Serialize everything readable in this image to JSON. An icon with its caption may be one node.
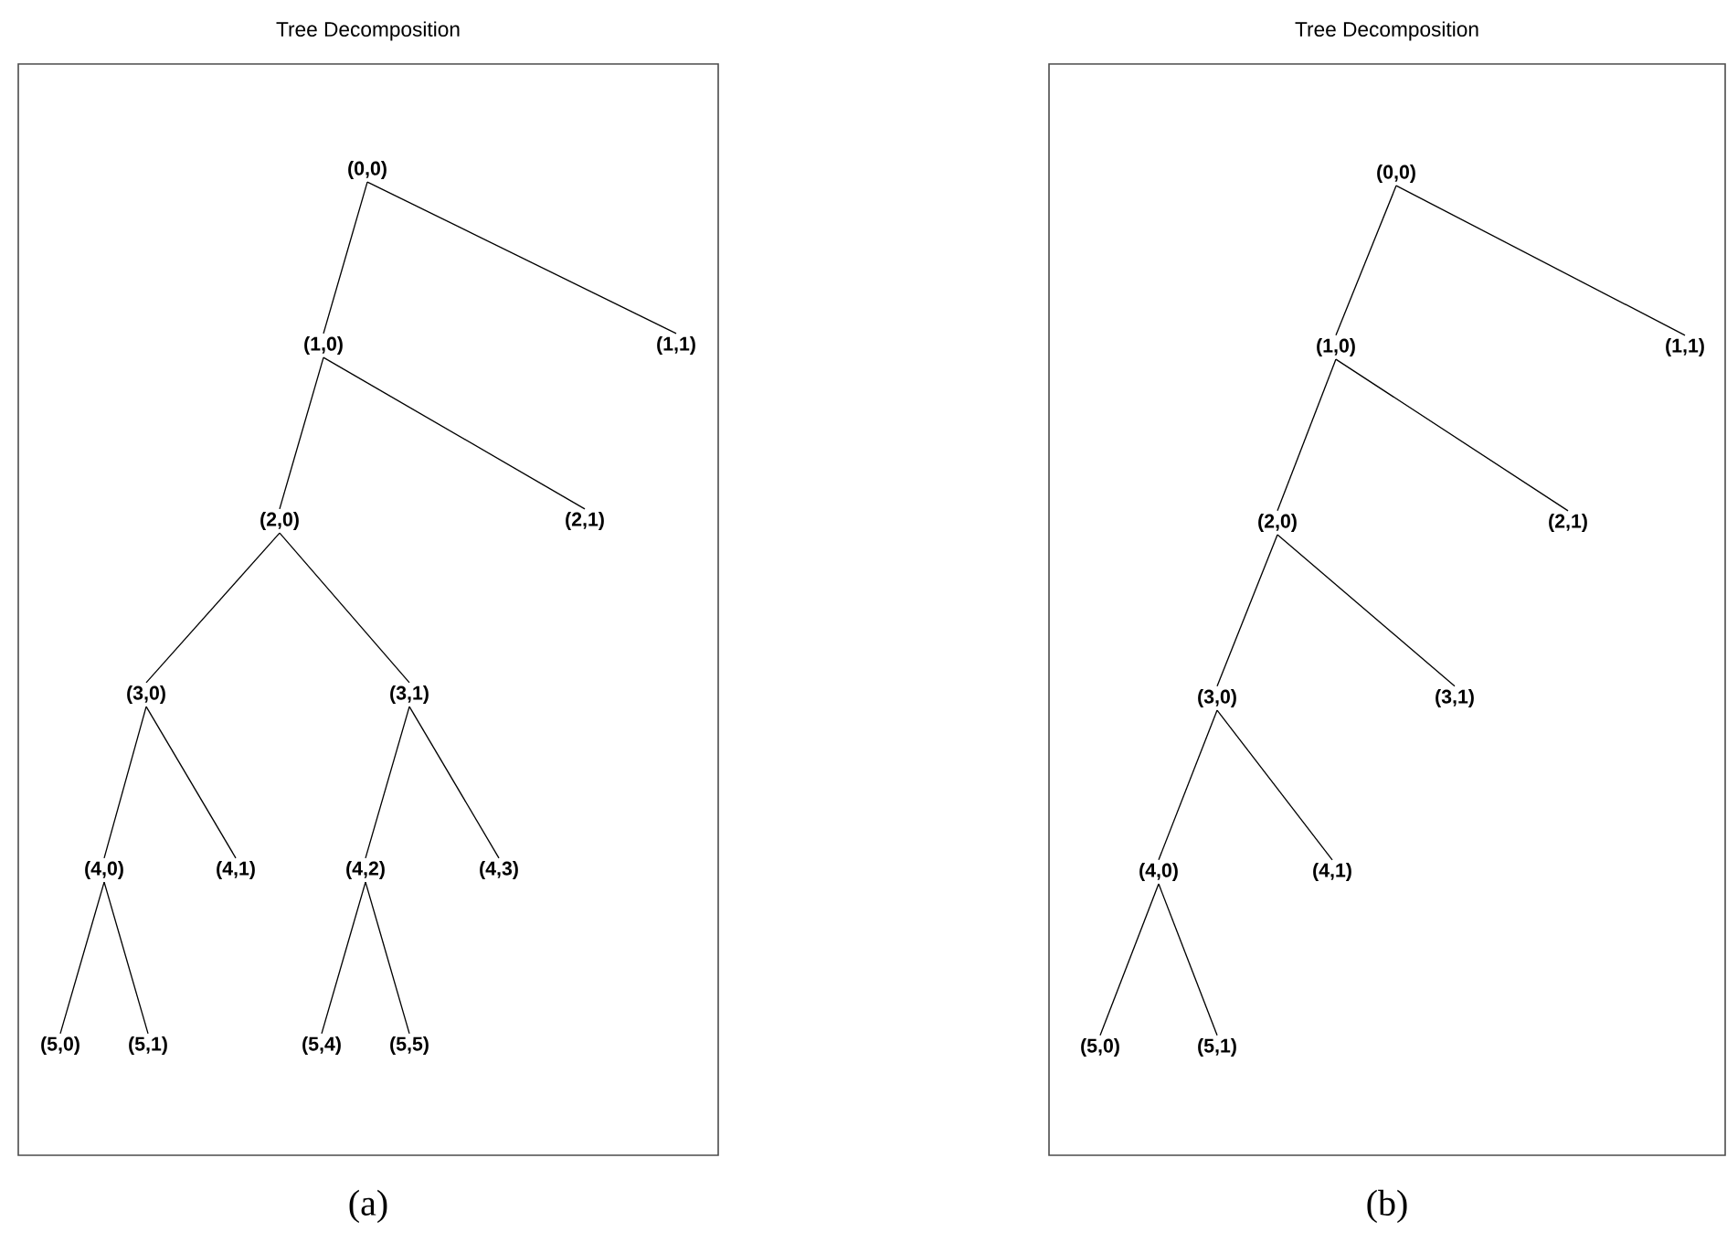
{
  "diagram": {
    "nodes": [
      {
        "text": [
          "Tree Decomposition"
        ],
        "beside": [
          "(a)"
        ]
      },
      {
        "text": [
          "(0,0)"
        ],
        "in": 0
      },
      {
        "text": [
          "(1,0)"
        ],
        "in": 0
      },
      {
        "text": [
          "(1,1)"
        ],
        "in": 0
      },
      {
        "text": [
          "(2,0)"
        ],
        "in": 0
      },
      {
        "text": [
          "(2,1)"
        ],
        "in": 0
      },
      {
        "text": [
          "(3,0)"
        ],
        "in": 0
      },
      {
        "text": [
          "(3,1)"
        ],
        "in": 0
      },
      {
        "text": [
          "(4,0)"
        ],
        "in": 0
      },
      {
        "text": [
          "(4,1)"
        ],
        "in": 0
      },
      {
        "text": [
          "(4,2)"
        ],
        "in": 0
      },
      {
        "text": [
          "(4,3)"
        ],
        "in": 0
      },
      {
        "text": [
          "(5,0)"
        ],
        "in": 0
      },
      {
        "text": [
          "(5,1)"
        ],
        "in": 0
      },
      {
        "text": [
          "(5,4)"
        ],
        "in": 0
      },
      {
        "text": [
          "(5,5)"
        ],
        "in": 0
      },
      {
        "text": [
          "Tree Decomposition"
        ],
        "beside": [
          "(b)"
        ]
      },
      {
        "text": [
          "(0,0)"
        ],
        "in": 16
      },
      {
        "text": [
          "(1,0)"
        ],
        "in": 16
      },
      {
        "text": [
          "(1,1)"
        ],
        "in": 16
      },
      {
        "text": [
          "(2,0)"
        ],
        "in": 16
      },
      {
        "text": [
          "(2,1)"
        ],
        "in": 16
      },
      {
        "text": [
          "(3,0)"
        ],
        "in": 16
      },
      {
        "text": [
          "(3,1)"
        ],
        "in": 16
      },
      {
        "text": [
          "(4,0)"
        ],
        "in": 16
      },
      {
        "text": [
          "(4,1)"
        ],
        "in": 16
      },
      {
        "text": [
          "(5,0)"
        ],
        "in": 16
      },
      {
        "text": [
          "(5,1)"
        ],
        "in": 16
      }
    ],
    "edges": [
      {
        "from": 1,
        "to": 2,
        "arrow": "none"
      },
      {
        "from": 1,
        "to": 3,
        "arrow": "none"
      },
      {
        "from": 2,
        "to": 4,
        "arrow": "none"
      },
      {
        "from": 2,
        "to": 5,
        "arrow": "none"
      },
      {
        "from": 4,
        "to": 6,
        "arrow": "none"
      },
      {
        "from": 4,
        "to": 7,
        "arrow": "none"
      },
      {
        "from": 6,
        "to": 8,
        "arrow": "none"
      },
      {
        "from": 6,
        "to": 9,
        "arrow": "none"
      },
      {
        "from": 7,
        "to": 10,
        "arrow": "none"
      },
      {
        "from": 7,
        "to": 11,
        "arrow": "none"
      },
      {
        "from": 8,
        "to": 12,
        "arrow": "none"
      },
      {
        "from": 8,
        "to": 13,
        "arrow": "none"
      },
      {
        "from": 10,
        "to": 14,
        "arrow": "none"
      },
      {
        "from": 10,
        "to": 15,
        "arrow": "none"
      },
      {
        "from": 17,
        "to": 18,
        "arrow": "none"
      },
      {
        "from": 17,
        "to": 19,
        "arrow": "none"
      },
      {
        "from": 18,
        "to": 20,
        "arrow": "none"
      },
      {
        "from": 18,
        "to": 21,
        "arrow": "none"
      },
      {
        "from": 20,
        "to": 22,
        "arrow": "none"
      },
      {
        "from": 20,
        "to": 23,
        "arrow": "none"
      },
      {
        "from": 22,
        "to": 24,
        "arrow": "none"
      },
      {
        "from": 22,
        "to": 25,
        "arrow": "none"
      },
      {
        "from": 24,
        "to": 26,
        "arrow": "none"
      },
      {
        "from": 24,
        "to": 27,
        "arrow": "none"
      }
    ]
  }
}
